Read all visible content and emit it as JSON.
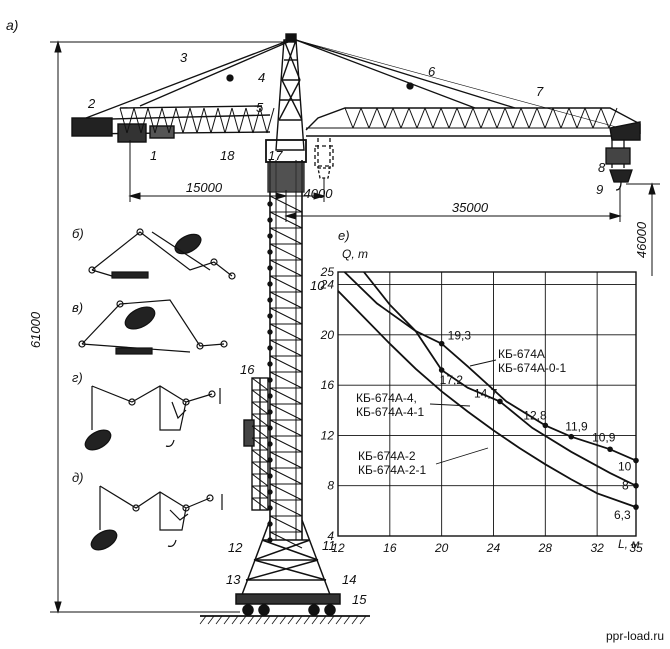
{
  "figure": {
    "panel_labels": {
      "a": "а)",
      "b": "б)",
      "v": "в)",
      "g": "г)",
      "d": "д)",
      "e": "е)"
    },
    "part_numbers": [
      "1",
      "2",
      "3",
      "4",
      "5",
      "6",
      "7",
      "8",
      "9",
      "10",
      "11",
      "12",
      "13",
      "14",
      "15",
      "16",
      "17",
      "18"
    ],
    "dimensions": {
      "total_height": "61000",
      "counter_jib": "15000",
      "tower_offset": "4000",
      "jib_reach": "35000",
      "hook_height": "46000"
    },
    "watermark": "ppr-load.ru"
  },
  "chart_data": {
    "type": "line",
    "title": "",
    "xlabel": "L, м",
    "ylabel": "Q, т",
    "xlim": [
      12,
      35
    ],
    "ylim": [
      4,
      25
    ],
    "xticks": [
      "12",
      "16",
      "20",
      "24",
      "28",
      "32",
      "35"
    ],
    "yticks": [
      "4",
      "8",
      "12",
      "16",
      "20",
      "24",
      "25"
    ],
    "grid": true,
    "series": [
      {
        "name": "КБ-674А / КБ-674А-0-1",
        "labels": [
          "КБ-674А",
          "КБ-674А-0-1"
        ],
        "x": [
          12.5,
          15,
          18,
          20,
          22,
          25,
          28,
          30,
          33,
          35
        ],
        "y": [
          25,
          22.5,
          20.3,
          19.3,
          17.5,
          14.7,
          12.8,
          11.9,
          10.9,
          10
        ],
        "point_labels": [
          {
            "x": 20,
            "y": 19.3,
            "text": "19,3"
          },
          {
            "x": 28,
            "y": 12.8,
            "text": "12,8"
          },
          {
            "x": 30,
            "y": 11.9,
            "text": "11,9"
          },
          {
            "x": 33,
            "y": 10.9,
            "text": "10,9"
          },
          {
            "x": 35,
            "y": 10,
            "text": "10"
          }
        ]
      },
      {
        "name": "КБ-674А-4 / КБ-674А-4-1",
        "labels": [
          "КБ-674А-4,",
          "КБ-674А-4-1"
        ],
        "x": [
          14,
          16,
          18,
          20,
          22,
          24.5,
          27,
          30,
          33,
          35
        ],
        "y": [
          25,
          22.4,
          20.3,
          17.2,
          15.8,
          14.7,
          12.6,
          10.7,
          9,
          8
        ],
        "point_labels": [
          {
            "x": 20,
            "y": 17.2,
            "text": "17,2"
          },
          {
            "x": 24.5,
            "y": 14.7,
            "text": "14,7"
          },
          {
            "x": 35,
            "y": 8,
            "text": "8"
          }
        ]
      },
      {
        "name": "КБ-674А-2 / КБ-674А-2-1",
        "labels": [
          "КБ-674А-2",
          "КБ-674А-2-1"
        ],
        "x": [
          12,
          14,
          16,
          18,
          20,
          22,
          24,
          26,
          28,
          30,
          32,
          35
        ],
        "y": [
          23.5,
          21.4,
          19.3,
          17.3,
          15.5,
          13.9,
          12.4,
          11,
          9.7,
          8.5,
          7.4,
          6.3
        ],
        "point_labels": [
          {
            "x": 35,
            "y": 6.3,
            "text": "6,3"
          }
        ]
      }
    ]
  }
}
